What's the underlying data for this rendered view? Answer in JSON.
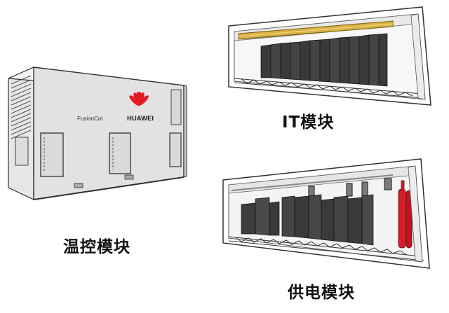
{
  "thermal_module": {
    "caption": "温控模块",
    "unit_label": "FusionCol",
    "brand": "HUAWEI"
  },
  "it_module": {
    "caption": "IT模块"
  },
  "power_module": {
    "caption": "供电模块"
  },
  "colors": {
    "cabinet_dark": "#3a3a3a",
    "housing_light": "#e4e4e4",
    "cable_tray": "#d8b046",
    "fire_red": "#d61d2b",
    "huawei_red": "#e41b23",
    "outline": "#333333"
  }
}
